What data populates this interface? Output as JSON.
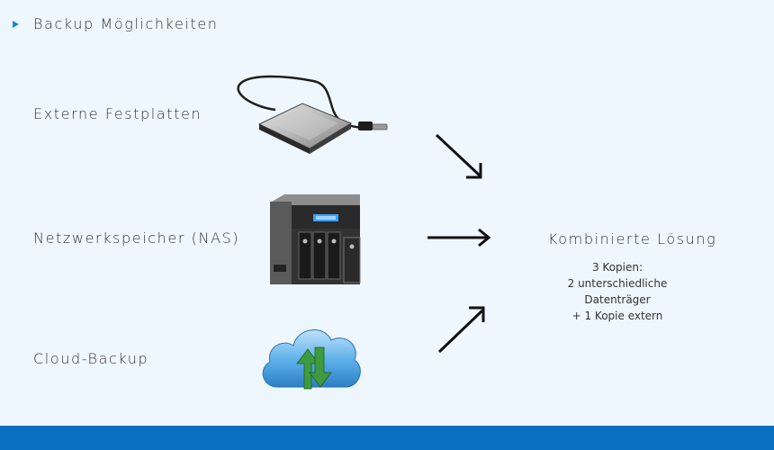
{
  "header": {
    "title": "Backup Möglichkeiten"
  },
  "options": [
    {
      "label": "Externe Festplatten",
      "icon": "external-hard-drive-icon"
    },
    {
      "label": "Netzwerkspeicher (NAS)",
      "icon": "nas-device-icon"
    },
    {
      "label": "Cloud-Backup",
      "icon": "cloud-sync-icon"
    }
  ],
  "result": {
    "title": "Kombinierte Lösung",
    "lines": [
      "3 Kopien:",
      "2 unterschiedliche",
      "Datenträger",
      "+ 1 Kopie extern"
    ]
  },
  "colors": {
    "accent": "#1e88d3",
    "footer": "#0b6fbf",
    "background": "#eef7fd"
  }
}
